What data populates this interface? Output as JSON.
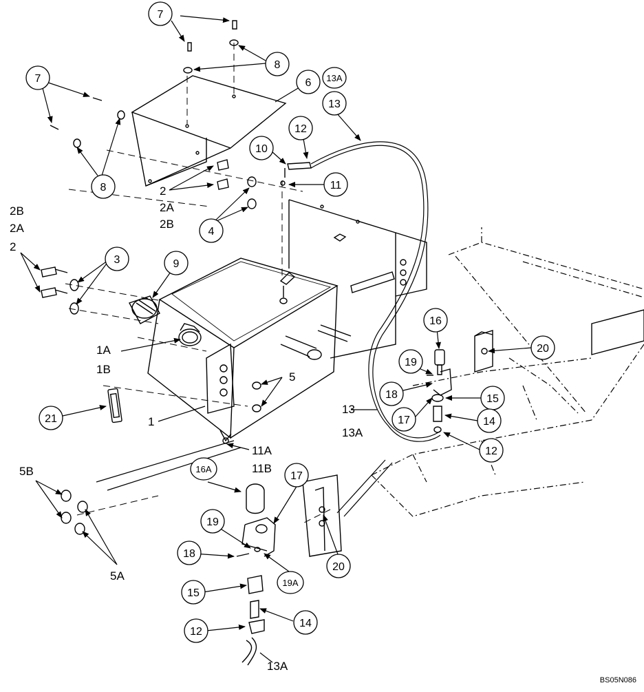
{
  "diagram": {
    "drawing_code": "BS05N086",
    "callouts": {
      "c7a": "7",
      "c7b": "7",
      "c8a": "8",
      "c8b": "8",
      "c6": "6",
      "c13a_top": "13A",
      "c13_top": "13",
      "c12_top": "12",
      "c10": "10",
      "c11": "11",
      "c4": "4",
      "c3": "3",
      "c9": "9",
      "c21": "21",
      "c16": "16",
      "c19_right": "19",
      "c18_right": "18",
      "c17_right": "17",
      "c15_right": "15",
      "c14_right": "14",
      "c12_right": "12",
      "c20_right": "20",
      "c16a": "16A",
      "c17_bottom": "17",
      "c19_bottom": "19",
      "c18_bottom": "18",
      "c19a": "19A",
      "c15_bottom": "15",
      "c14_bottom": "14",
      "c12_bottom": "12",
      "c20_bottom": "20"
    },
    "labels": {
      "l2_center": "2",
      "l2a_center": "2A",
      "l2b_center": "2B",
      "l2b_left": "2B",
      "l2a_left": "2A",
      "l2_left": "2",
      "l1a": "1A",
      "l1b": "1B",
      "l5": "5",
      "l1": "1",
      "l11a": "11A",
      "l11b": "11B",
      "l13": "13",
      "l13a": "13A",
      "l5b": "5B",
      "l5a": "5A",
      "l13a_bottom": "13A"
    }
  }
}
